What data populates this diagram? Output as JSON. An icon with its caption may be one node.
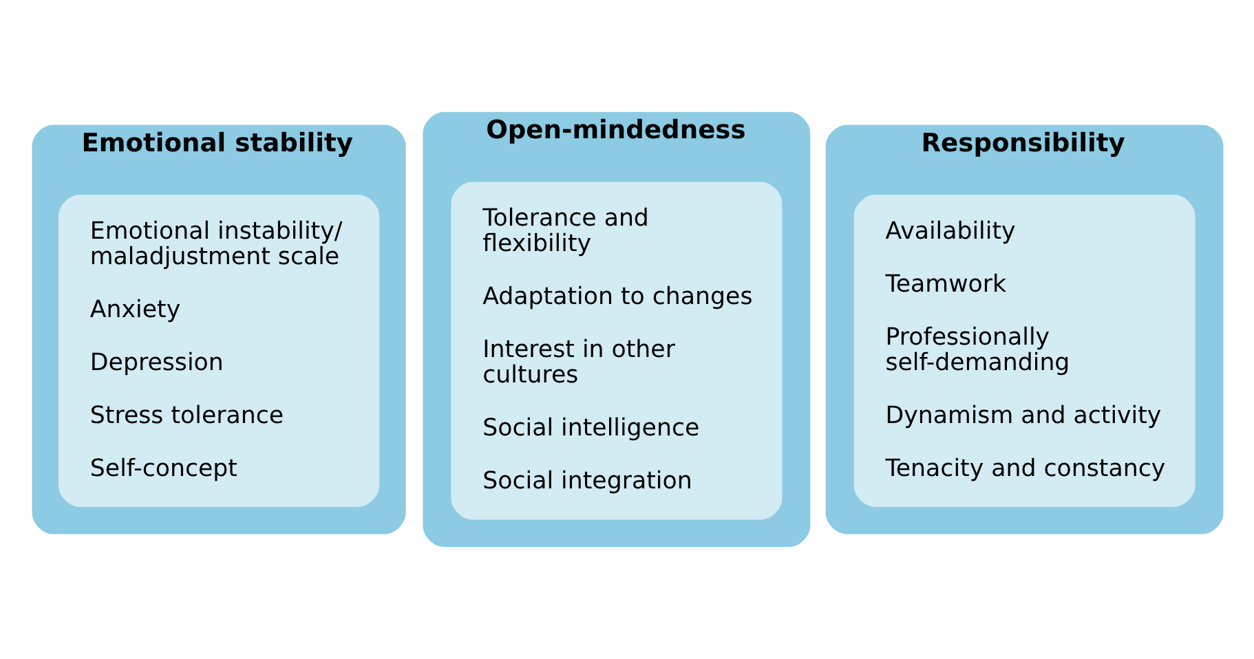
{
  "diagram": {
    "nodes": [
      {
        "text": [
          "Emotional stability"
        ]
      },
      {
        "text": [
          "Emotional instability/ maladjustment scale",
          "Anxiety",
          "Depression",
          "Stress tolerance",
          "Self-concept"
        ],
        "in": 0
      },
      {
        "text": [
          "Open-mindedness"
        ]
      },
      {
        "text": [
          "Tolerance and flexibility",
          "Adaptation to changes",
          "Interest in other cultures",
          "Social intelligence",
          "Social integration"
        ],
        "in": 2
      },
      {
        "text": [
          "Responsibility"
        ]
      },
      {
        "text": [
          "Availability",
          "Teamwork",
          "Professionally self-demanding",
          "Dynamism and activity",
          "Tenacity and constancy"
        ],
        "in": 4
      }
    ]
  }
}
